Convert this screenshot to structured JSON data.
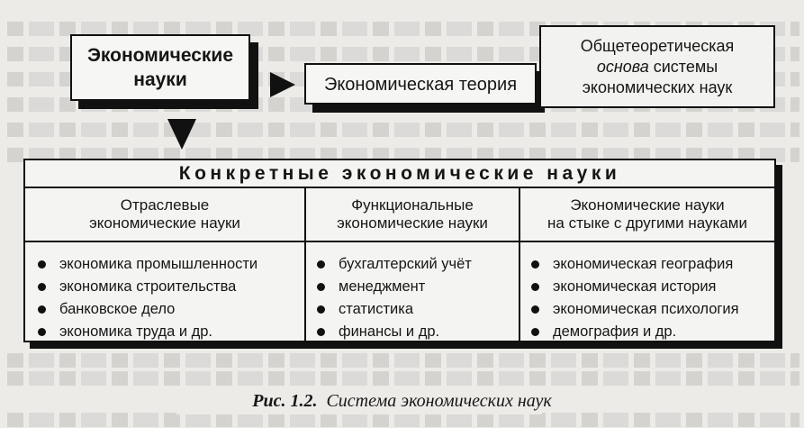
{
  "boxes": {
    "economic_sciences": [
      "Экономические",
      "науки"
    ],
    "economic_theory": "Экономическая теория",
    "foundation_line1": "Общетеоретическая",
    "foundation_line2_emph": "основа",
    "foundation_line2_rest": " системы",
    "foundation_line3": "экономических наук"
  },
  "concrete": {
    "title": "Конкретные экономические науки",
    "columns": [
      {
        "heading": [
          "Отраслевые",
          "экономические науки"
        ],
        "items": [
          "экономика промышленности",
          "экономика строительства",
          "банковское дело",
          "экономика труда и др."
        ]
      },
      {
        "heading": [
          "Функциональные",
          "экономические науки"
        ],
        "items": [
          "бухгалтерский учёт",
          "менеджмент",
          "статистика",
          "финансы и др."
        ]
      },
      {
        "heading": [
          "Экономические науки",
          "на стыке с другими науками"
        ],
        "items": [
          "экономическая география",
          "экономическая история",
          "экономическая психология",
          "демография и др."
        ]
      }
    ]
  },
  "caption": {
    "label": "Рис. 1.2.",
    "text": "Система экономических наук"
  },
  "colors": {
    "ink": "#111111",
    "paper": "#ecebe8",
    "box_fill": "#f6f6f4"
  },
  "icons": [
    "arrow-right-icon",
    "arrow-down-icon",
    "bullet-icon"
  ]
}
